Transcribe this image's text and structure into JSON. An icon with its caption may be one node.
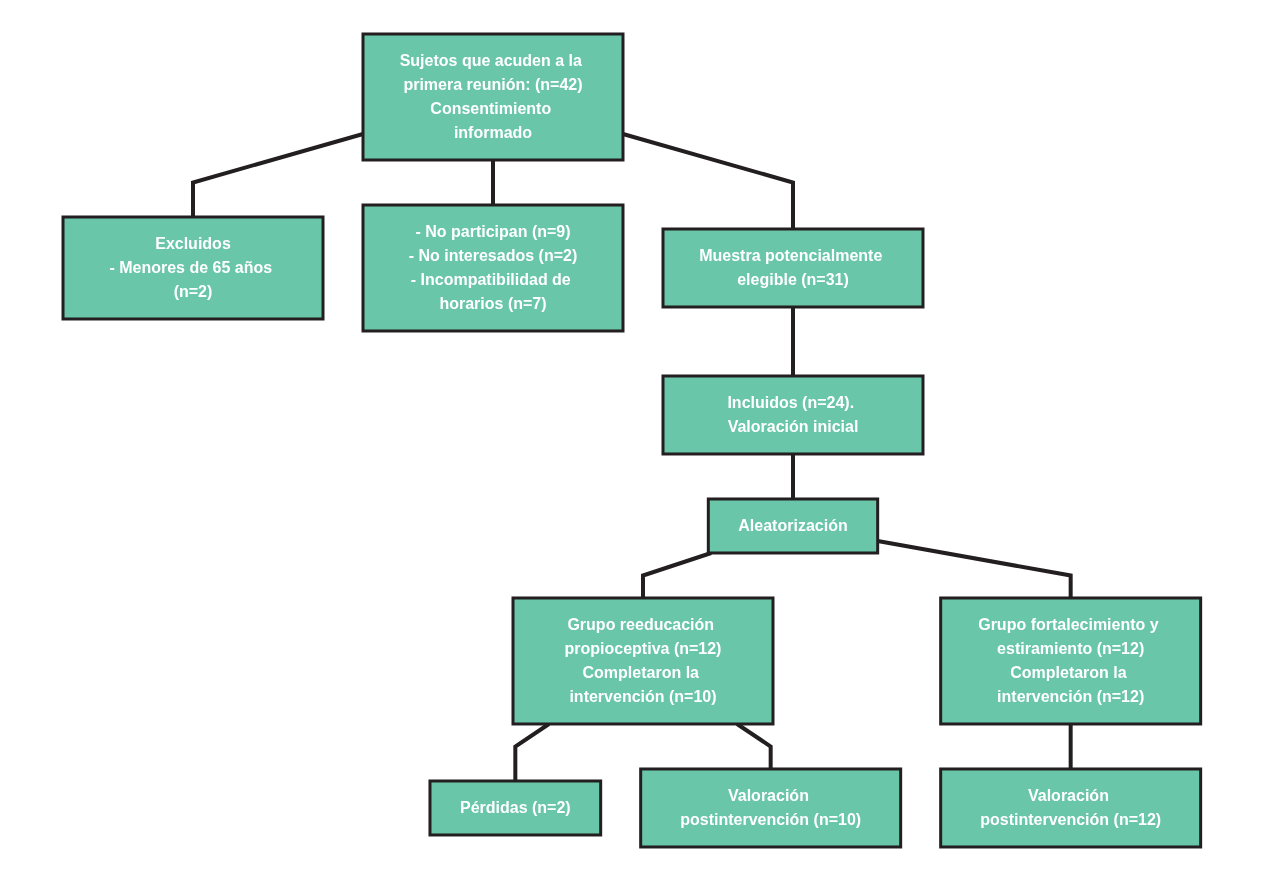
{
  "diagram": {
    "nodes": [
      {
        "text": [
          "Sujetos que acuden a la primera reunión: (n=42)",
          "Consentimiento informado"
        ]
      },
      {
        "text": [
          "Excluidos",
          "- Menores de 65 años (n=2)"
        ]
      },
      {
        "text": [
          "- No participan (n=9)",
          "- No interesados (n=2)",
          "- Incompatibilidad de horarios (n=7)"
        ]
      },
      {
        "text": [
          "Muestra potencialmente elegible (n=31)"
        ]
      },
      {
        "text": [
          "Incluidos (n=24). Valoración inicial"
        ]
      },
      {
        "text": [
          "Aleatorización"
        ]
      },
      {
        "text": [
          "Pérdidas (n=2)"
        ]
      },
      {
        "text": [
          "Grupo reeducación propioceptiva (n=12)",
          "Completaron la intervención (n=10)"
        ]
      },
      {
        "text": [
          "Grupo fortalecimiento y estiramiento (n=12)",
          "Completaron la intervención (n=12)"
        ]
      },
      {
        "text": [
          "Valoración postintervención (n=10)"
        ]
      },
      {
        "text": [
          "Valoración postintervención (n=12)"
        ]
      }
    ],
    "edges": [
      {
        "from": 0,
        "to": 1,
        "arrow": "none"
      },
      {
        "from": 0,
        "to": 2,
        "arrow": "none"
      },
      {
        "from": 0,
        "to": 3,
        "arrow": "none"
      },
      {
        "from": 3,
        "to": 4,
        "arrow": "none"
      },
      {
        "from": 4,
        "to": 5,
        "arrow": "none"
      },
      {
        "from": 5,
        "to": 7,
        "arrow": "none"
      },
      {
        "from": 5,
        "to": 8,
        "arrow": "none"
      },
      {
        "from": 7,
        "to": 6,
        "arrow": "none"
      },
      {
        "from": 7,
        "to": 9,
        "arrow": "none"
      },
      {
        "from": 8,
        "to": 10,
        "arrow": "none"
      }
    ]
  }
}
